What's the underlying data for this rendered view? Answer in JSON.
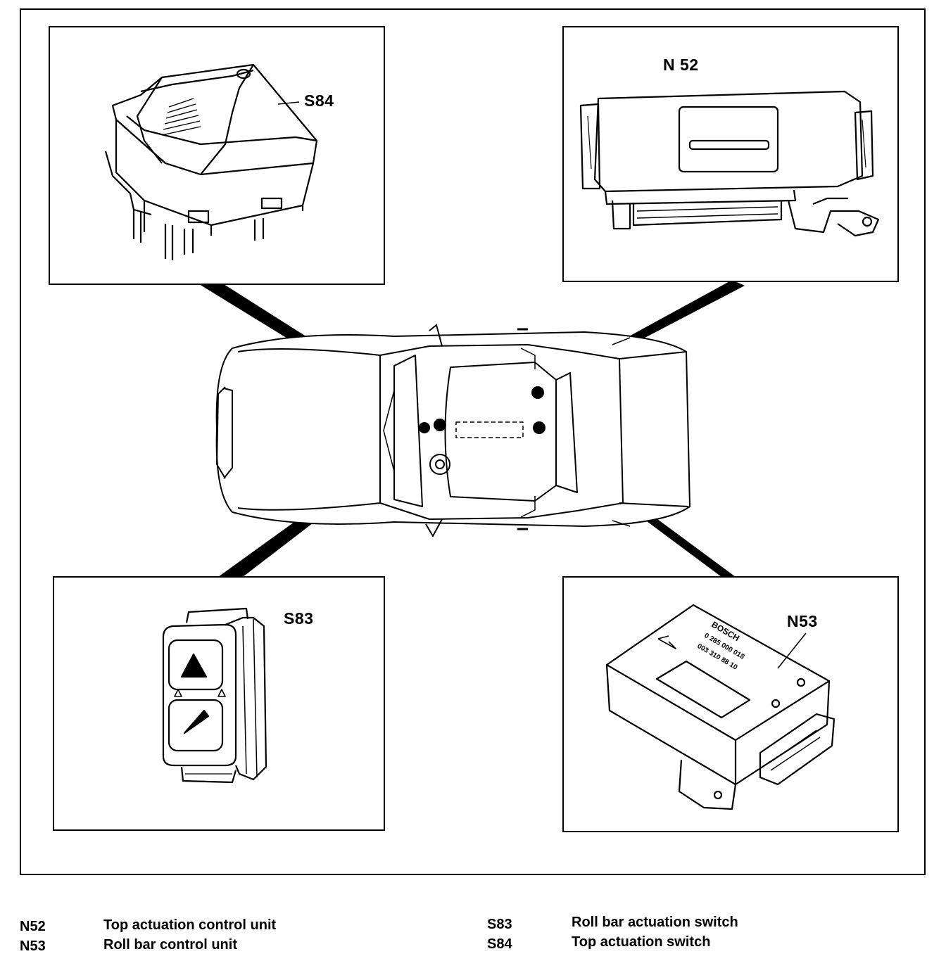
{
  "callouts": {
    "s84": "S84",
    "n52": "N 52",
    "s83": "S83",
    "n53": "N53"
  },
  "n53_label_text": [
    "BOSCH",
    "0 285 000 018",
    "003 310 88 10"
  ],
  "legend": [
    {
      "code": "N52",
      "description": "Top actuation control unit"
    },
    {
      "code": "N53",
      "description": "Roll bar control unit"
    },
    {
      "code": "S83",
      "description": "Roll bar actuation switch"
    },
    {
      "code": "S84",
      "description": "Top actuation switch"
    }
  ],
  "colors": {
    "ink": "#000000",
    "paper": "#ffffff"
  }
}
